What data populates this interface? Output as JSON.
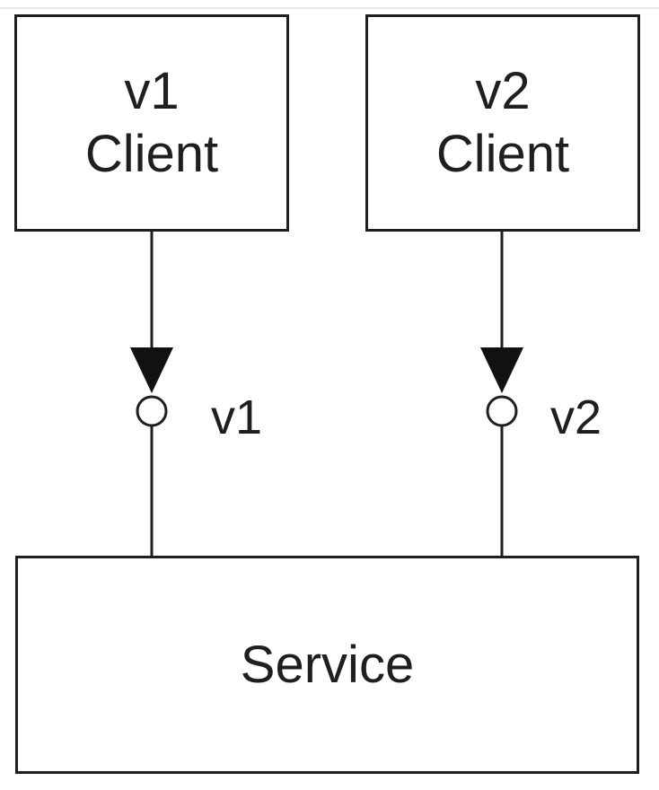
{
  "clients": [
    {
      "version": "v1",
      "name": "Client"
    },
    {
      "version": "v2",
      "name": "Client"
    }
  ],
  "interfaces": [
    {
      "label": "v1"
    },
    {
      "label": "v2"
    }
  ],
  "service": {
    "label": "Service"
  },
  "colors": {
    "stroke": "#1f1f1f",
    "background": "#ffffff"
  }
}
